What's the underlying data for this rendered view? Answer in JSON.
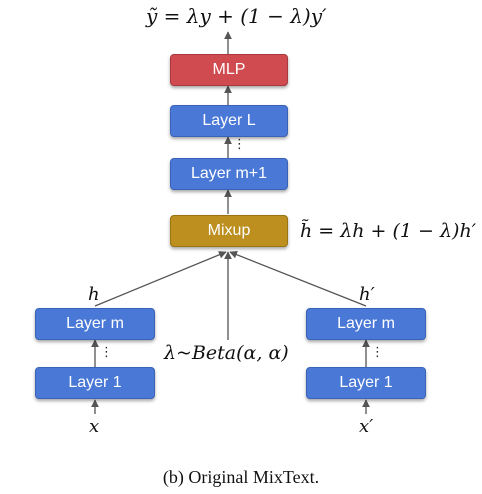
{
  "colors": {
    "layer_box": "#4a78d6",
    "mlp_box": "#cf4b50",
    "mixup_box": "#bc8f1f",
    "arrow": "#555555"
  },
  "top_formula": "ỹ = λy + (1 − λ)y′",
  "mixup_formula": "h̃ = λh + (1 − λ)h′",
  "boxes": {
    "mlp": "MLP",
    "layer_l": "Layer L",
    "layer_m1": "Layer m+1",
    "mixup": "Mixup",
    "left_layer_m": "Layer m",
    "left_layer_1": "Layer 1",
    "right_layer_m": "Layer m",
    "right_layer_1": "Layer 1"
  },
  "labels": {
    "h_left": "h",
    "h_right": "h′",
    "lambda_dist": "λ~Beta(α, α)",
    "x_left": "x",
    "x_right": "x′",
    "ellipsis": "⋮"
  },
  "caption": "(b) Original MixText."
}
